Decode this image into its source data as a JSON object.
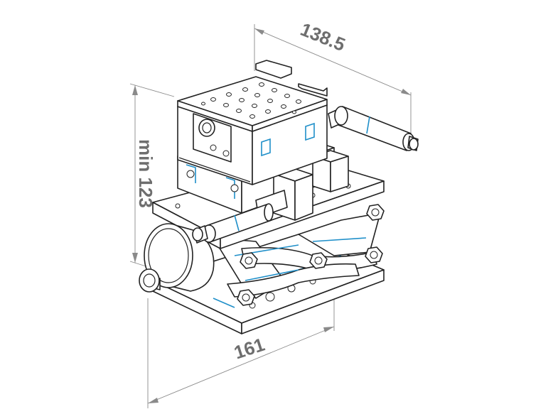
{
  "dimensions": {
    "width": "138.5",
    "height": "min 123",
    "depth": "161"
  },
  "colors": {
    "line": "#222222",
    "accent": "#1f8fc9",
    "dimension": "#8a8a8a",
    "dimension_text": "#6e6e6e",
    "background": "#ffffff"
  }
}
